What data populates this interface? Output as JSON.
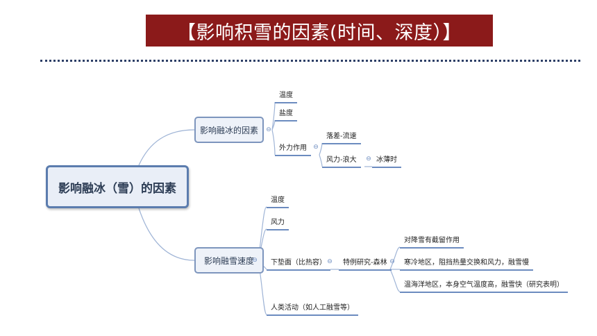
{
  "title": "【影响积雪的因素(时间、深度）】",
  "root": "影响融冰（雪）的因素",
  "branch1": {
    "label": "影响融冰的因素",
    "items": [
      "温度",
      "盐度",
      "外力作用"
    ],
    "force": {
      "items": [
        "落差-流速",
        "风力-浪大"
      ],
      "wave_result": "冰薄时"
    }
  },
  "branch2": {
    "label": "影响融雪速度",
    "items": [
      "温度",
      "风力",
      "下垫面（比热容）",
      "人类活动（如人工融雪等）"
    ],
    "special": "特例研究-森林",
    "forest": [
      "对降雪有截留作用",
      "寒冷地区，阻挡热量交换和风力，融雪慢",
      "温海洋地区，本身空气温度高，融雪快（研究表明）"
    ]
  },
  "collapse_symbol": "⊖"
}
